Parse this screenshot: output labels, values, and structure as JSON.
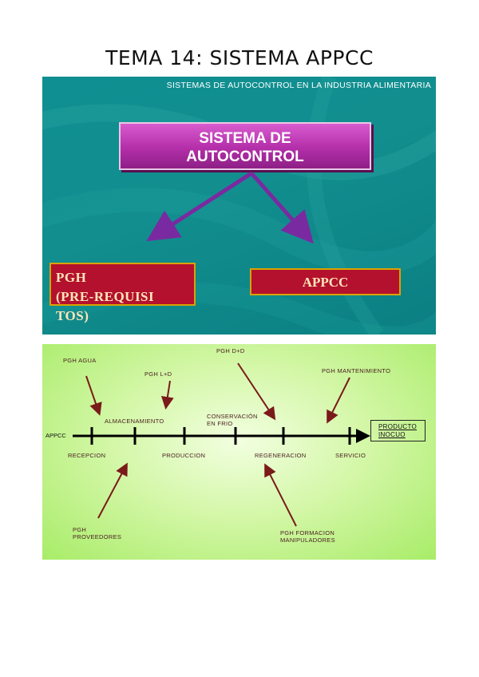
{
  "page_title": "TEMA 14: SISTEMA APPCC",
  "slide1": {
    "header": "SISTEMAS DE AUTOCONTROL EN LA INDUSTRIA ALIMENTARIA",
    "main_box_line1": "SISTEMA DE",
    "main_box_line2": "AUTOCONTROL",
    "pgh_line1": "PGH",
    "pgh_line2": "(PRE-REQUISI",
    "pgh_line3": "TOS)",
    "appcc_label": "APPCC",
    "colors": {
      "background": "#0f8f92",
      "main_box": "#b32fa9",
      "arrows": "#7a2aa0",
      "sub_box": "#b3112e"
    }
  },
  "slide2": {
    "line_start_label": "APPCC",
    "stages_below": {
      "recepcion": "RECEPCION",
      "produccion": "PRODUCCION",
      "regeneracion": "REGENERACION",
      "servicio": "SERVICIO"
    },
    "stages_above": {
      "almacenamiento": "ALMACENAMIENTO",
      "conservacion": "CONSERVACIÓN\nEN FRIO"
    },
    "end_box": "PRODUCTO\nINOCUO",
    "pgh_labels": {
      "agua": "PGH AGUA",
      "ld": "PGH L+D",
      "dd": "PGH D+D",
      "mantenimiento": "PGH MANTENIMIENTO",
      "proveedores": "PGH\nPROVEEDORES",
      "formacion": "PGH FORMACION\nMANIPULADORES"
    },
    "colors": {
      "background": "#c6f490",
      "arrows": "#7a1a1a",
      "line": "#000000"
    }
  }
}
